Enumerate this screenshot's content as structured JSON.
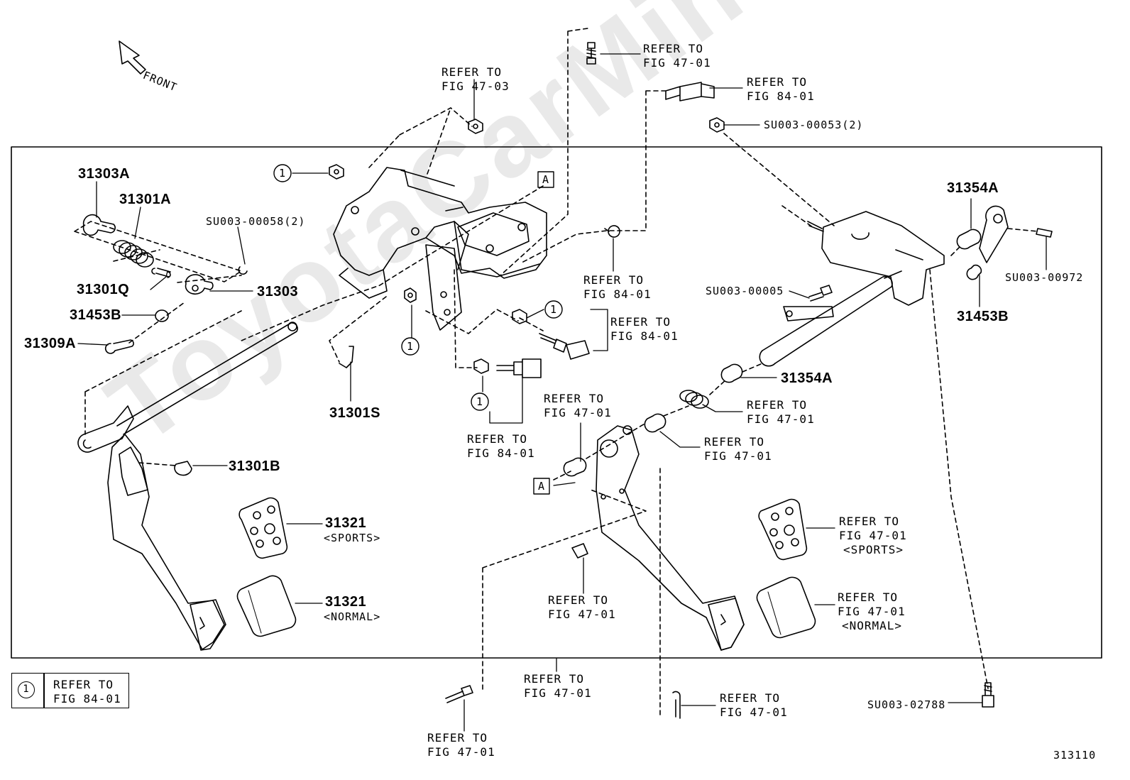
{
  "watermark": "ToyotaCarMine.ru",
  "front_label": "FRONT",
  "figure_number": "313110",
  "legend": {
    "symbol": "1",
    "line1": "REFER TO",
    "line2": "FIG 84-01"
  },
  "parts": {
    "p31303A": "31303A",
    "p31301A": "31301A",
    "p31301Q": "31301Q",
    "p31303": "31303",
    "p31453B_left": "31453B",
    "p31309A": "31309A",
    "su58": "SU003-00058(2)",
    "p31301S": "31301S",
    "p31301B": "31301B",
    "p31321_sports": "31321",
    "p31321_normal": "31321",
    "p31354A_top": "31354A",
    "su972": "SU003-00972",
    "p31453B_right": "31453B",
    "su005": "SU003-00005",
    "su053": "SU003-00053(2)",
    "p31354A_mid": "31354A",
    "su2788": "SU003-02788"
  },
  "variants": {
    "sports": "<SPORTS>",
    "normal": "<NORMAL>"
  },
  "refs": {
    "r4703": [
      "REFER TO",
      "FIG 47-03"
    ],
    "r4701_top": [
      "REFER TO",
      "FIG 47-01"
    ],
    "r8401_top": [
      "REFER TO",
      "FIG 84-01"
    ],
    "r8401_mid": [
      "REFER TO",
      "FIG 84-01"
    ],
    "r8401_sw": [
      "REFER TO",
      "FIG 84-01"
    ],
    "r8401_low": [
      "REFER TO",
      "FIG 84-01"
    ],
    "r4701_a": [
      "REFER TO",
      "FIG 47-01"
    ],
    "r4701_b": [
      "REFER TO",
      "FIG 47-01"
    ],
    "r4701_c": [
      "REFER TO",
      "FIG 47-01"
    ],
    "r4701_sports": [
      "REFER TO",
      "FIG 47-01"
    ],
    "r4701_stop": [
      "REFER TO",
      "FIG 47-01"
    ],
    "r4701_normal": [
      "REFER TO",
      "FIG 47-01"
    ],
    "r4701_bottom": [
      "REFER TO",
      "FIG 47-01"
    ],
    "r4701_bolt": [
      "REFER TO",
      "FIG 47-01"
    ],
    "r4701_clip": [
      "REFER TO",
      "FIG 47-01"
    ]
  },
  "marks": {
    "circled": "1",
    "boxA": "A"
  }
}
